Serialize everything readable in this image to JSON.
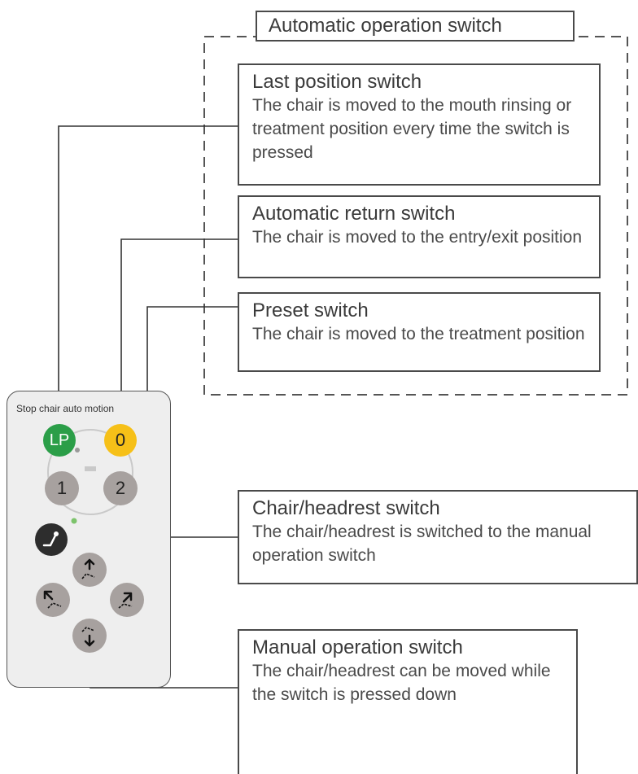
{
  "group": {
    "title": "Automatic operation switch"
  },
  "callouts": {
    "last_position": {
      "title": "Last position switch",
      "desc": "The chair is moved to the mouth rinsing or treatment position every time the switch is pressed"
    },
    "automatic_return": {
      "title": "Automatic return switch",
      "desc": "The chair is moved to the entry/exit position"
    },
    "preset": {
      "title": "Preset switch",
      "desc": "The chair is moved to the treatment position"
    },
    "chair_headrest": {
      "title": "Chair/headrest switch",
      "desc": "The chair/headrest is switched to the manual operation switch"
    },
    "manual_operation": {
      "title": "Manual operation switch",
      "desc": "The chair/headrest can be moved while the switch is pressed down"
    }
  },
  "panel": {
    "label": "Stop chair auto motion",
    "buttons": {
      "lp": "LP",
      "zero": "0",
      "one": "1",
      "two": "2"
    }
  },
  "colors": {
    "lp": "#2b9e48",
    "zero": "#f6c018",
    "gray_button": "#a7a19f",
    "chair_switch": "#2d2d2d",
    "indicator": "#7cc36b"
  },
  "icons": {
    "chair_headrest": "chair-headrest-icon",
    "manual_up": "seat-up-icon",
    "manual_down": "seat-down-icon",
    "manual_left": "backrest-recline-icon",
    "manual_right": "backrest-raise-icon"
  }
}
